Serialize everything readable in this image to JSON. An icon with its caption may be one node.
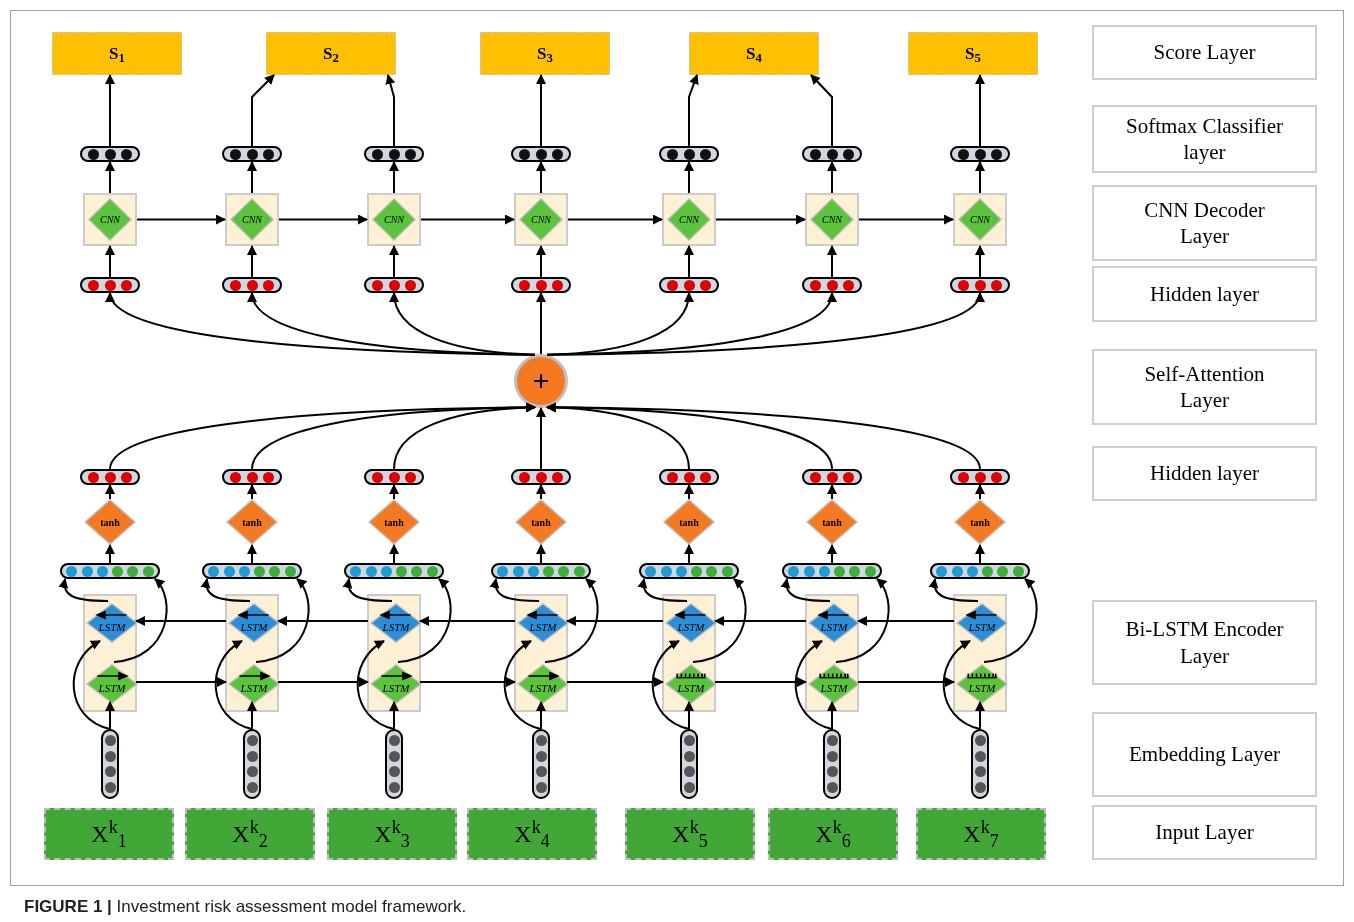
{
  "diagram": {
    "caption": "**FIGURE 1 |** Investment risk assessment model framework.",
    "nodes": [
      {
        "text": [
          "S$_{1}$"
        ]
      },
      {
        "text": [
          "S$_{2}$"
        ]
      },
      {
        "text": [
          "S$_{3}$"
        ]
      },
      {
        "text": [
          "S$_{4}$"
        ]
      },
      {
        "text": [
          "S$_{5}$"
        ]
      },
      {
        "text": [],
        "shape": "bar"
      },
      {
        "text": [],
        "shape": "bar"
      },
      {
        "text": [],
        "shape": "bar"
      },
      {
        "text": [],
        "shape": "bar"
      },
      {
        "text": [],
        "shape": "bar"
      },
      {
        "text": [],
        "shape": "bar"
      },
      {
        "text": [],
        "shape": "bar"
      },
      {
        "text": [
          "CNN"
        ]
      },
      {
        "text": [
          "CNN"
        ]
      },
      {
        "text": [
          "CNN"
        ]
      },
      {
        "text": [
          "CNN"
        ]
      },
      {
        "text": [
          "CNN"
        ]
      },
      {
        "text": [
          "CNN"
        ]
      },
      {
        "text": [
          "CNN"
        ]
      },
      {
        "text": [],
        "shape": "bar"
      },
      {
        "text": [],
        "shape": "bar"
      },
      {
        "text": [],
        "shape": "bar"
      },
      {
        "text": [],
        "shape": "bar"
      },
      {
        "text": [],
        "shape": "bar"
      },
      {
        "text": [],
        "shape": "bar"
      },
      {
        "text": [],
        "shape": "bar"
      },
      {
        "text": [
          "+"
        ]
      },
      {
        "text": [],
        "shape": "bar"
      },
      {
        "text": [],
        "shape": "bar"
      },
      {
        "text": [],
        "shape": "bar"
      },
      {
        "text": [],
        "shape": "bar"
      },
      {
        "text": [],
        "shape": "bar"
      },
      {
        "text": [],
        "shape": "bar"
      },
      {
        "text": [],
        "shape": "bar"
      },
      {
        "text": [
          "tanh"
        ]
      },
      {
        "text": [
          "tanh"
        ]
      },
      {
        "text": [
          "tanh"
        ]
      },
      {
        "text": [
          "tanh"
        ]
      },
      {
        "text": [
          "tanh"
        ]
      },
      {
        "text": [
          "tanh"
        ]
      },
      {
        "text": [
          "tanh"
        ]
      },
      {
        "text": [],
        "shape": "bar"
      },
      {
        "text": [],
        "shape": "bar"
      },
      {
        "text": [],
        "shape": "bar"
      },
      {
        "text": [],
        "shape": "bar"
      },
      {
        "text": [],
        "shape": "bar"
      },
      {
        "text": [],
        "shape": "bar"
      },
      {
        "text": [],
        "shape": "bar"
      },
      {
        "text": [],
        "shape": "box"
      },
      {
        "text": [
          "LSTM"
        ],
        "in": 48
      },
      {
        "text": [
          "LSTM"
        ],
        "in": 48
      },
      {
        "text": [],
        "shape": "box"
      },
      {
        "text": [
          "LSTM"
        ],
        "in": 51
      },
      {
        "text": [
          "LSTM"
        ],
        "in": 51
      },
      {
        "text": [],
        "shape": "box"
      },
      {
        "text": [
          "LSTM"
        ],
        "in": 54
      },
      {
        "text": [
          "LSTM"
        ],
        "in": 54
      },
      {
        "text": [],
        "shape": "box"
      },
      {
        "text": [
          "LSTM"
        ],
        "in": 57
      },
      {
        "text": [
          "LSTM"
        ],
        "in": 57
      },
      {
        "text": [],
        "shape": "box"
      },
      {
        "text": [
          "LSTM"
        ],
        "in": 60
      },
      {
        "text": [
          "LSTM"
        ],
        "in": 60
      },
      {
        "text": [],
        "shape": "box"
      },
      {
        "text": [
          "LSTM"
        ],
        "in": 63
      },
      {
        "text": [
          "LSTM"
        ],
        "in": 63
      },
      {
        "text": [],
        "shape": "box"
      },
      {
        "text": [
          "LSTM"
        ],
        "in": 66
      },
      {
        "text": [
          "LSTM"
        ],
        "in": 66
      },
      {
        "text": [],
        "shape": "bar"
      },
      {
        "text": [],
        "shape": "bar"
      },
      {
        "text": [],
        "shape": "bar"
      },
      {
        "text": [],
        "shape": "bar"
      },
      {
        "text": [],
        "shape": "bar"
      },
      {
        "text": [],
        "shape": "bar"
      },
      {
        "text": [],
        "shape": "bar"
      },
      {
        "text": [
          "X$^{k}$$_{1}$"
        ]
      },
      {
        "text": [
          "X$^{k}$$_{2}$"
        ]
      },
      {
        "text": [
          "X$^{k}$$_{3}$"
        ]
      },
      {
        "text": [
          "X$^{k}$$_{4}$"
        ]
      },
      {
        "text": [
          "X$^{k}$$_{5}$"
        ]
      },
      {
        "text": [
          "X$^{k}$$_{6}$"
        ]
      },
      {
        "text": [
          "X$^{k}$$_{7}$"
        ]
      },
      {
        "text": [
          "Score Layer"
        ]
      },
      {
        "text": [
          "Softmax Classifier layer"
        ]
      },
      {
        "text": [
          "CNN Decoder Layer"
        ]
      },
      {
        "text": [
          "Hidden layer"
        ]
      },
      {
        "text": [
          "Self-Attention Layer"
        ]
      },
      {
        "text": [
          "Hidden layer"
        ]
      },
      {
        "text": [
          "Bi-LSTM Encoder Layer"
        ]
      },
      {
        "text": [
          "Embedding Layer"
        ]
      },
      {
        "text": [
          "Input Layer"
        ]
      }
    ],
    "edges": [
      {
        "from": 69,
        "to": 50,
        "arrow": "to"
      },
      {
        "from": 70,
        "to": 53,
        "arrow": "to"
      },
      {
        "from": 71,
        "to": 56,
        "arrow": "to"
      },
      {
        "from": 72,
        "to": 59,
        "arrow": "to"
      },
      {
        "from": 73,
        "to": 62,
        "arrow": "to"
      },
      {
        "from": 74,
        "to": 65,
        "arrow": "to"
      },
      {
        "from": 75,
        "to": 68,
        "arrow": "to"
      },
      {
        "from": 69,
        "to": 49,
        "arrow": "to"
      },
      {
        "from": 70,
        "to": 52,
        "arrow": "to"
      },
      {
        "from": 71,
        "to": 55,
        "arrow": "to"
      },
      {
        "from": 72,
        "to": 58,
        "arrow": "to"
      },
      {
        "from": 73,
        "to": 61,
        "arrow": "to"
      },
      {
        "from": 74,
        "to": 64,
        "arrow": "to"
      },
      {
        "from": 75,
        "to": 67,
        "arrow": "to"
      },
      {
        "from": 50,
        "to": 53,
        "arrow": "to"
      },
      {
        "from": 53,
        "to": 56,
        "arrow": "to"
      },
      {
        "from": 56,
        "to": 59,
        "arrow": "to"
      },
      {
        "from": 59,
        "to": 62,
        "arrow": "to"
      },
      {
        "from": 62,
        "to": 65,
        "arrow": "to"
      },
      {
        "from": 65,
        "to": 68,
        "arrow": "to"
      },
      {
        "from": 52,
        "to": 49,
        "arrow": "to"
      },
      {
        "from": 55,
        "to": 52,
        "arrow": "to"
      },
      {
        "from": 58,
        "to": 55,
        "arrow": "to"
      },
      {
        "from": 61,
        "to": 58,
        "arrow": "to"
      },
      {
        "from": 64,
        "to": 61,
        "arrow": "to"
      },
      {
        "from": 67,
        "to": 64,
        "arrow": "to"
      },
      {
        "from": 50,
        "to": 41,
        "arrow": "to"
      },
      {
        "from": 53,
        "to": 42,
        "arrow": "to"
      },
      {
        "from": 56,
        "to": 43,
        "arrow": "to"
      },
      {
        "from": 59,
        "to": 44,
        "arrow": "to"
      },
      {
        "from": 62,
        "to": 45,
        "arrow": "to"
      },
      {
        "from": 65,
        "to": 46,
        "arrow": "to"
      },
      {
        "from": 68,
        "to": 47,
        "arrow": "to"
      },
      {
        "from": 49,
        "to": 41,
        "arrow": "to"
      },
      {
        "from": 52,
        "to": 42,
        "arrow": "to"
      },
      {
        "from": 55,
        "to": 43,
        "arrow": "to"
      },
      {
        "from": 58,
        "to": 44,
        "arrow": "to"
      },
      {
        "from": 61,
        "to": 45,
        "arrow": "to"
      },
      {
        "from": 64,
        "to": 46,
        "arrow": "to"
      },
      {
        "from": 67,
        "to": 47,
        "arrow": "to"
      },
      {
        "from": 41,
        "to": 34,
        "arrow": "to"
      },
      {
        "from": 42,
        "to": 35,
        "arrow": "to"
      },
      {
        "from": 43,
        "to": 36,
        "arrow": "to"
      },
      {
        "from": 44,
        "to": 37,
        "arrow": "to"
      },
      {
        "from": 45,
        "to": 38,
        "arrow": "to"
      },
      {
        "from": 46,
        "to": 39,
        "arrow": "to"
      },
      {
        "from": 47,
        "to": 40,
        "arrow": "to"
      },
      {
        "from": 34,
        "to": 27,
        "arrow": "to"
      },
      {
        "from": 35,
        "to": 28,
        "arrow": "to"
      },
      {
        "from": 36,
        "to": 29,
        "arrow": "to"
      },
      {
        "from": 37,
        "to": 30,
        "arrow": "to"
      },
      {
        "from": 38,
        "to": 31,
        "arrow": "to"
      },
      {
        "from": 39,
        "to": 32,
        "arrow": "to"
      },
      {
        "from": 40,
        "to": 33,
        "arrow": "to"
      },
      {
        "from": 27,
        "to": 26,
        "arrow": "to"
      },
      {
        "from": 28,
        "to": 26,
        "arrow": "to"
      },
      {
        "from": 29,
        "to": 26,
        "arrow": "to"
      },
      {
        "from": 30,
        "to": 26,
        "arrow": "to"
      },
      {
        "from": 31,
        "to": 26,
        "arrow": "to"
      },
      {
        "from": 32,
        "to": 26,
        "arrow": "to"
      },
      {
        "from": 33,
        "to": 26,
        "arrow": "to"
      },
      {
        "from": 26,
        "to": 19,
        "arrow": "to"
      },
      {
        "from": 26,
        "to": 20,
        "arrow": "to"
      },
      {
        "from": 26,
        "to": 21,
        "arrow": "to"
      },
      {
        "from": 26,
        "to": 22,
        "arrow": "to"
      },
      {
        "from": 26,
        "to": 23,
        "arrow": "to"
      },
      {
        "from": 26,
        "to": 24,
        "arrow": "to"
      },
      {
        "from": 26,
        "to": 25,
        "arrow": "to"
      },
      {
        "from": 19,
        "to": 12,
        "arrow": "to"
      },
      {
        "from": 20,
        "to": 13,
        "arrow": "to"
      },
      {
        "from": 21,
        "to": 14,
        "arrow": "to"
      },
      {
        "from": 22,
        "to": 15,
        "arrow": "to"
      },
      {
        "from": 23,
        "to": 16,
        "arrow": "to"
      },
      {
        "from": 24,
        "to": 17,
        "arrow": "to"
      },
      {
        "from": 25,
        "to": 18,
        "arrow": "to"
      },
      {
        "from": 12,
        "to": 13,
        "arrow": "to"
      },
      {
        "from": 13,
        "to": 14,
        "arrow": "to"
      },
      {
        "from": 14,
        "to": 15,
        "arrow": "to"
      },
      {
        "from": 15,
        "to": 16,
        "arrow": "to"
      },
      {
        "from": 16,
        "to": 17,
        "arrow": "to"
      },
      {
        "from": 17,
        "to": 18,
        "arrow": "to"
      },
      {
        "from": 12,
        "to": 5,
        "arrow": "to"
      },
      {
        "from": 13,
        "to": 6,
        "arrow": "to"
      },
      {
        "from": 14,
        "to": 7,
        "arrow": "to"
      },
      {
        "from": 15,
        "to": 8,
        "arrow": "to"
      },
      {
        "from": 16,
        "to": 9,
        "arrow": "to"
      },
      {
        "from": 17,
        "to": 10,
        "arrow": "to"
      },
      {
        "from": 18,
        "to": 11,
        "arrow": "to"
      },
      {
        "from": 5,
        "to": 0,
        "arrow": "to"
      },
      {
        "from": 6,
        "to": 1,
        "arrow": "to"
      },
      {
        "from": 7,
        "to": 1,
        "arrow": "to"
      },
      {
        "from": 8,
        "to": 2,
        "arrow": "to"
      },
      {
        "from": 9,
        "to": 3,
        "arrow": "to"
      },
      {
        "from": 10,
        "to": 3,
        "arrow": "to"
      },
      {
        "from": 11,
        "to": 4,
        "arrow": "to"
      }
    ]
  }
}
